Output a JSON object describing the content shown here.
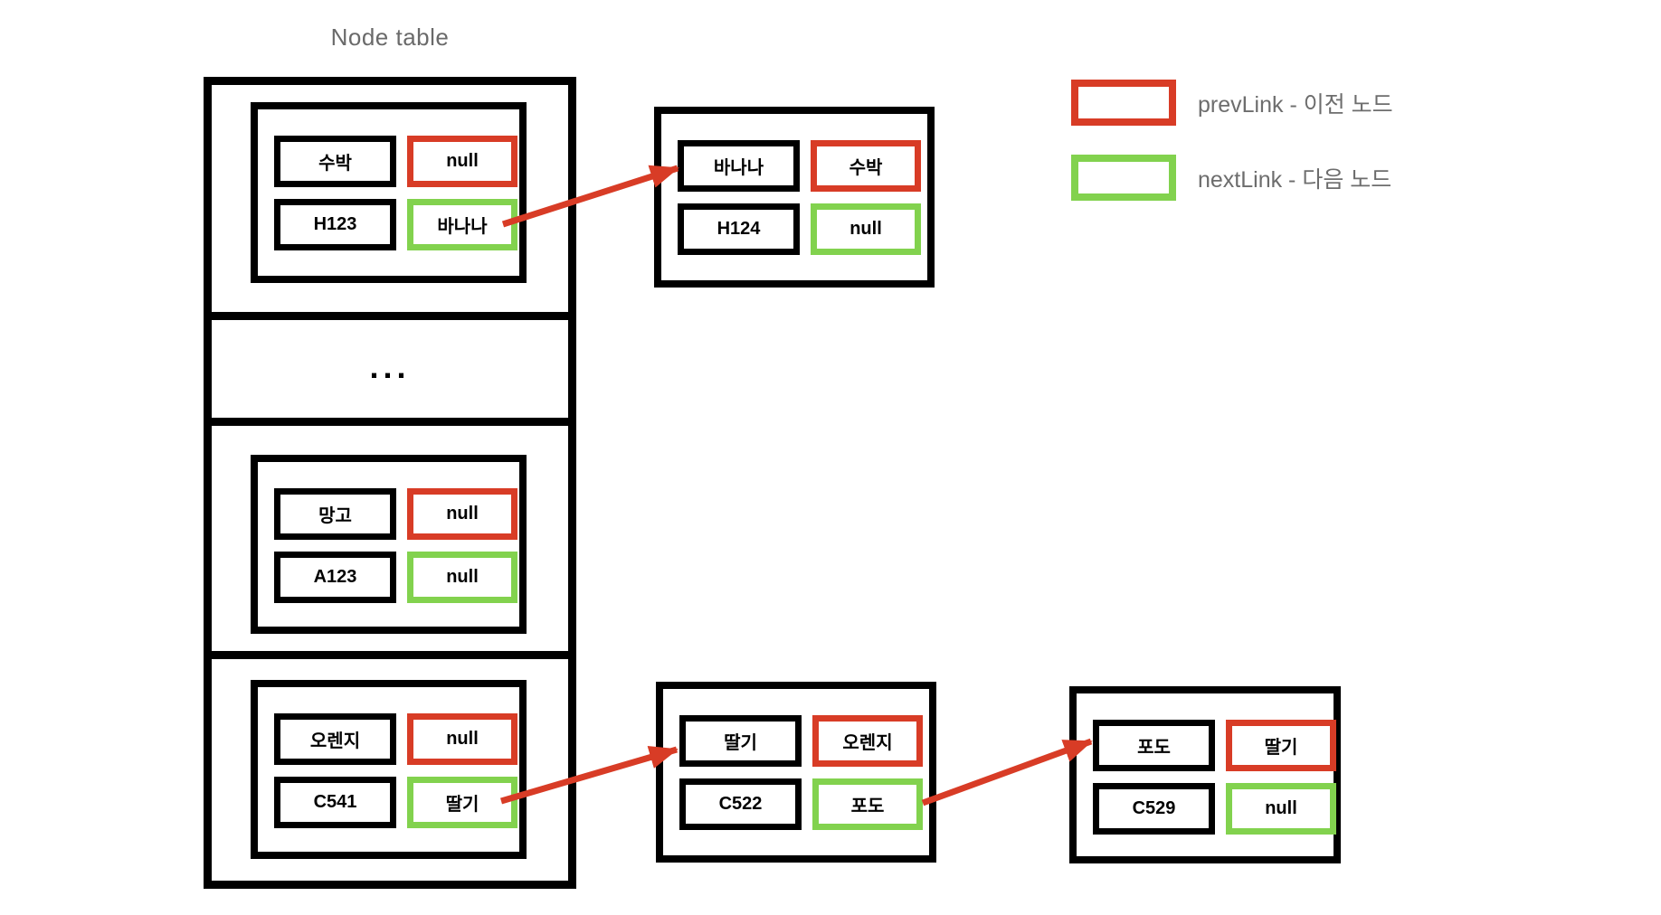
{
  "title": "Node table",
  "colors": {
    "prev_link": "#d83c26",
    "next_link": "#82d24e",
    "arrow": "#d83c26",
    "box_border": "#000000",
    "muted_text": "#6a6a6a"
  },
  "legend": {
    "prev": {
      "label": "prevLink - 이전 노드"
    },
    "next": {
      "label": "nextLink - 다음 노드"
    }
  },
  "table": {
    "ellipsis": "..."
  },
  "nodes": {
    "watermelon": {
      "name": "수박",
      "prev": "null",
      "id": "H123",
      "next": "바나나"
    },
    "banana": {
      "name": "바나나",
      "prev": "수박",
      "id": "H124",
      "next": "null"
    },
    "mango": {
      "name": "망고",
      "prev": "null",
      "id": "A123",
      "next": "null"
    },
    "orange": {
      "name": "오렌지",
      "prev": "null",
      "id": "C541",
      "next": "딸기"
    },
    "strawberry": {
      "name": "딸기",
      "prev": "오렌지",
      "id": "C522",
      "next": "포도"
    },
    "grape": {
      "name": "포도",
      "prev": "딸기",
      "id": "C529",
      "next": "null"
    }
  },
  "edges": [
    {
      "from": "watermelon.next",
      "to": "banana"
    },
    {
      "from": "orange.next",
      "to": "strawberry"
    },
    {
      "from": "strawberry.next",
      "to": "grape"
    }
  ]
}
